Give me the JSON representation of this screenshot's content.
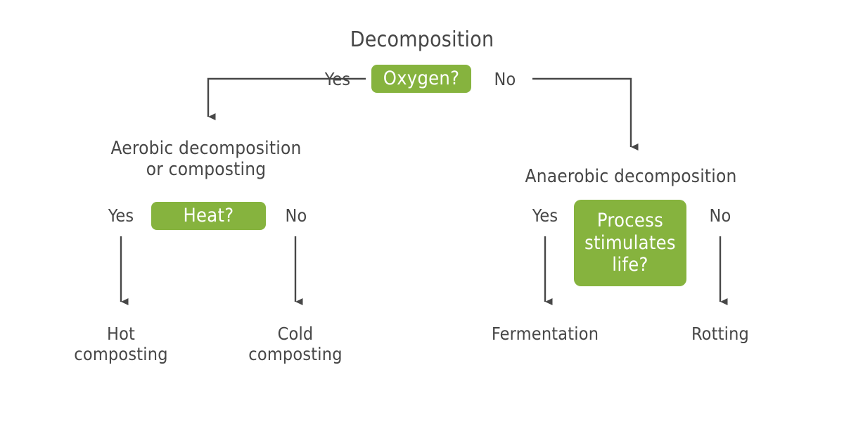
{
  "diagram": {
    "title": "Decomposition",
    "type": "flowchart",
    "background_color": "#ffffff",
    "text_color": "#474747",
    "accent_color": "#86b33e",
    "chip_text_color": "#ffffff",
    "connector_color": "#474747"
  },
  "root": {
    "label": "Decomposition"
  },
  "decisions": [
    {
      "id": "oxygen",
      "question": "Oxygen?",
      "yes_label": "Yes",
      "no_label": "No"
    },
    {
      "id": "heat",
      "question": "Heat?",
      "yes_label": "Yes",
      "no_label": "No"
    },
    {
      "id": "process-stimulates-life",
      "question": "Process\nstimulates\nlife?",
      "yes_label": "Yes",
      "no_label": "No"
    }
  ],
  "stages": [
    {
      "id": "aerobic",
      "label": "Aerobic decomposition\nor composting"
    },
    {
      "id": "anaerobic",
      "label": "Anaerobic decomposition"
    }
  ],
  "outcomes": [
    {
      "id": "hot-composting",
      "label": "Hot\ncomposting"
    },
    {
      "id": "cold-composting",
      "label": "Cold\ncomposting"
    },
    {
      "id": "fermentation",
      "label": "Fermentation"
    },
    {
      "id": "rotting",
      "label": "Rotting"
    }
  ]
}
